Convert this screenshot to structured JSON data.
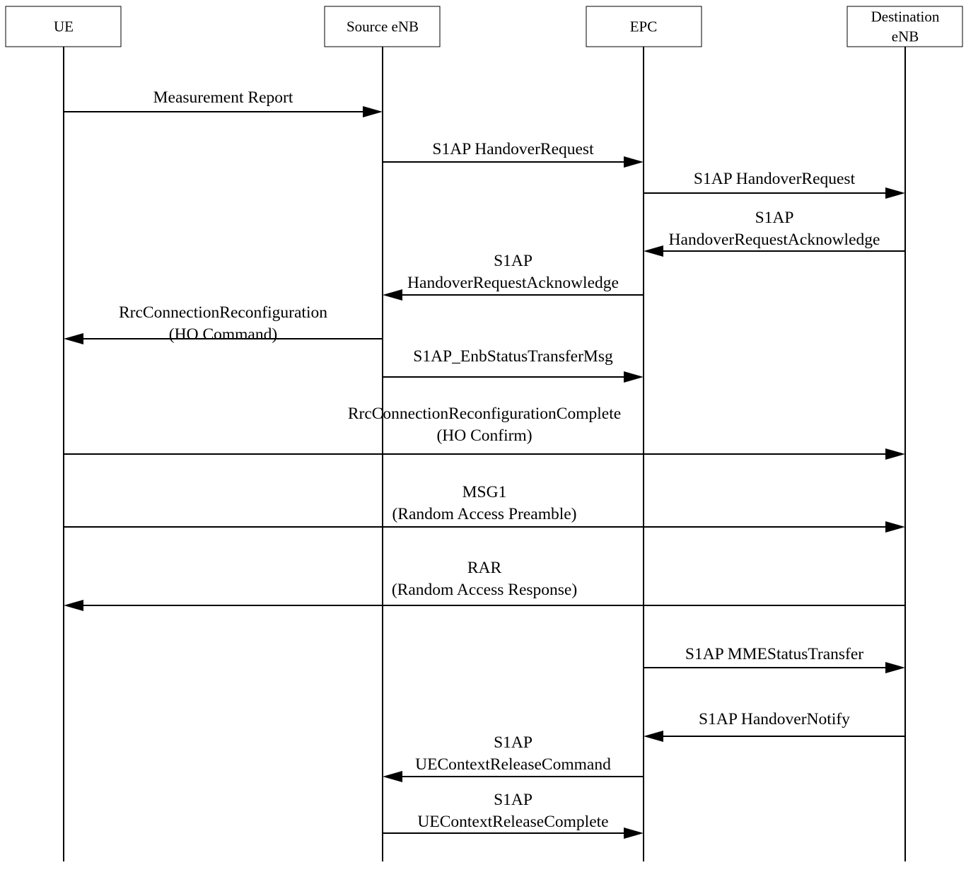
{
  "diagram": {
    "entities": [
      {
        "id": "ue",
        "lines": [
          "UE"
        ]
      },
      {
        "id": "source",
        "lines": [
          "Source eNB"
        ]
      },
      {
        "id": "epc",
        "lines": [
          "EPC"
        ]
      },
      {
        "id": "dest",
        "lines": [
          "Destination",
          "eNB"
        ]
      }
    ],
    "messages": [
      {
        "from": "ue",
        "to": "source",
        "lines": [
          "Measurement Report"
        ]
      },
      {
        "from": "source",
        "to": "epc",
        "lines": [
          "S1AP HandoverRequest"
        ]
      },
      {
        "from": "epc",
        "to": "dest",
        "lines": [
          "S1AP HandoverRequest"
        ]
      },
      {
        "from": "dest",
        "to": "epc",
        "lines": [
          "S1AP",
          "HandoverRequestAcknowledge"
        ]
      },
      {
        "from": "epc",
        "to": "source",
        "lines": [
          "S1AP",
          "HandoverRequestAcknowledge"
        ]
      },
      {
        "from": "source",
        "to": "ue",
        "lines": [
          "RrcConnectionReconfiguration",
          "(HO Command)"
        ]
      },
      {
        "from": "source",
        "to": "epc",
        "lines": [
          "S1AP_EnbStatusTransferMsg"
        ]
      },
      {
        "from": "ue",
        "to": "dest",
        "lines": [
          "RrcConnectionReconfigurationComplete",
          "(HO Confirm)"
        ]
      },
      {
        "from": "ue",
        "to": "dest",
        "lines": [
          "MSG1",
          "(Random Access Preamble)"
        ]
      },
      {
        "from": "dest",
        "to": "ue",
        "lines": [
          "RAR",
          "(Random Access Response)"
        ]
      },
      {
        "from": "epc",
        "to": "dest",
        "lines": [
          "S1AP MMEStatusTransfer"
        ]
      },
      {
        "from": "dest",
        "to": "epc",
        "lines": [
          "S1AP HandoverNotify"
        ]
      },
      {
        "from": "epc",
        "to": "source",
        "lines": [
          "S1AP",
          "UEContextReleaseCommand"
        ]
      },
      {
        "from": "source",
        "to": "epc",
        "lines": [
          "S1AP",
          "UEContextReleaseComplete"
        ]
      }
    ]
  }
}
